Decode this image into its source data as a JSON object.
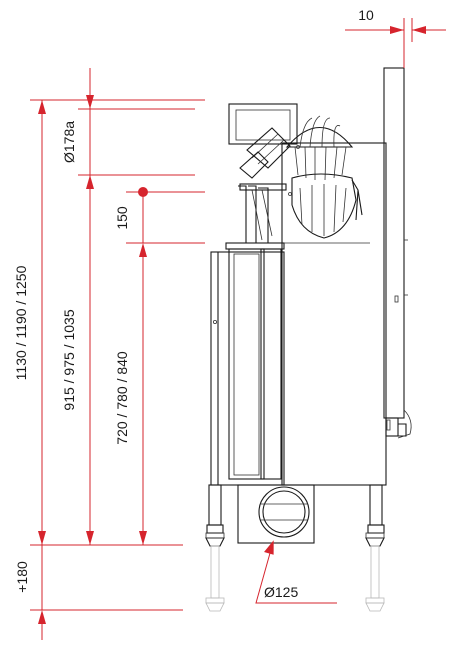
{
  "colors": {
    "dimension": "#d6242d",
    "ink": "#1a1a1a",
    "ghost": "#b9b9b9",
    "background": "#ffffff"
  },
  "dimensions": {
    "wall_gap": "10",
    "flue_diameter": "Ø178a",
    "offset_150": "150",
    "total_height": "1130 / 1190 / 1250",
    "collar_height": "915 / 975 / 1035",
    "door_top_height": "720 / 780 / 840",
    "leg_extension": "+180",
    "air_inlet_diameter": "Ø125"
  }
}
